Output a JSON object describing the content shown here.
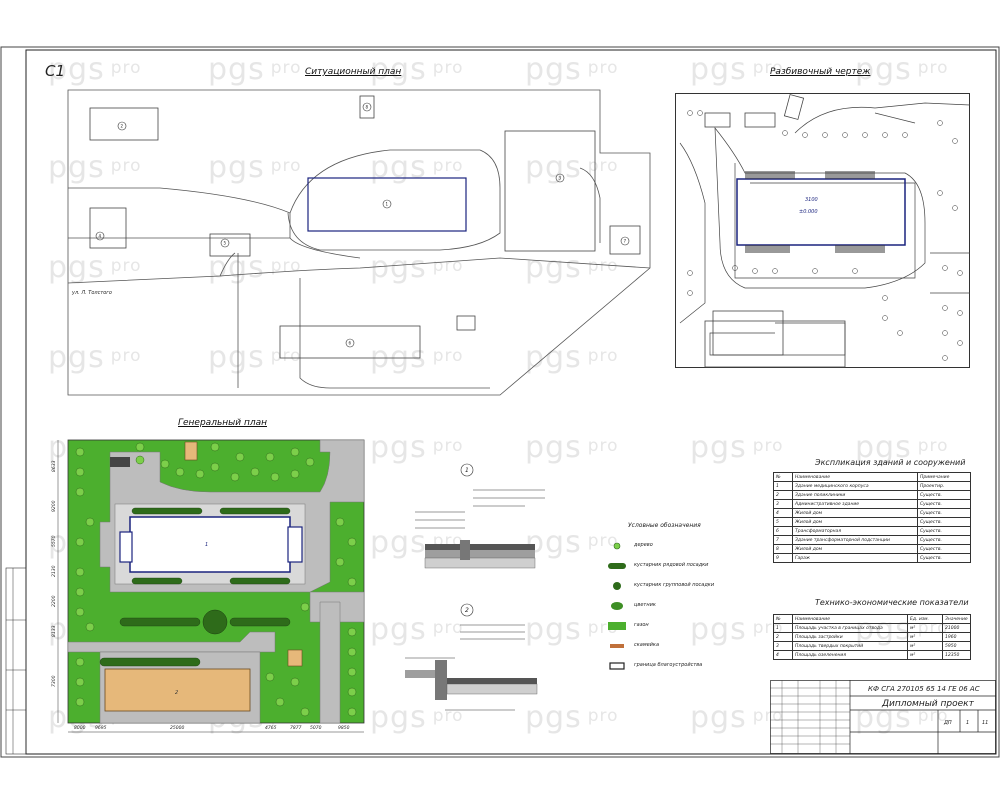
{
  "sheet": {
    "corner_label": "С1"
  },
  "watermark": {
    "brand": "pgs",
    "suffix": "pro"
  },
  "situation_plan": {
    "title": "Ситуационный план",
    "building_numbers": [
      "1",
      "2",
      "3",
      "4",
      "5",
      "6",
      "7",
      "8"
    ],
    "street_label": "ул. Л. Толстого"
  },
  "grading_plan": {
    "title": "Разбивочный чертеж",
    "elevation": "3100",
    "elevation_mark": "±0.000"
  },
  "general_plan": {
    "title": "Генеральный план",
    "bottom_dims": [
      "8000",
      "9695",
      "25000",
      "4765",
      "7877",
      "5070",
      "9850"
    ],
    "left_dims": [
      "8633",
      "9200",
      "5570",
      "2130",
      "2200",
      "8133",
      "7300"
    ],
    "building_number": "1",
    "existing_building_number": "2"
  },
  "details": {
    "node1": "1",
    "node2": "2"
  },
  "legend": {
    "title": "Условные обозначения",
    "items": [
      {
        "label": "дерево"
      },
      {
        "label": "кустарник рядовой посадки"
      },
      {
        "label": "кустарник групповой посадки"
      },
      {
        "label": "цветник"
      },
      {
        "label": "газон"
      },
      {
        "label": "скамейка"
      },
      {
        "label": "граница благоустройства"
      }
    ]
  },
  "explication": {
    "title": "Экспликация зданий и сооружений",
    "headers": [
      "№",
      "Наименование",
      "Примечание"
    ],
    "rows": [
      [
        "1",
        "Здание медицинского корпуса",
        "Проектир."
      ],
      [
        "2",
        "Здание поликлиники",
        "Существ."
      ],
      [
        "3",
        "Административное здание",
        "Существ."
      ],
      [
        "4",
        "Жилой дом",
        "Существ."
      ],
      [
        "5",
        "Жилой дом",
        "Существ."
      ],
      [
        "6",
        "Трансформаторная",
        "Существ."
      ],
      [
        "7",
        "Здание трансформаторной подстанции",
        "Существ."
      ],
      [
        "8",
        "Жилой дом",
        "Существ."
      ],
      [
        "9",
        "Гараж",
        "Существ."
      ]
    ]
  },
  "tep": {
    "title": "Технико-экономические показатели",
    "headers": [
      "№",
      "Наименование",
      "Ед. изм.",
      "Значение"
    ],
    "rows": [
      [
        "1",
        "Площадь участка в границах отвода",
        "м²",
        "21000"
      ],
      [
        "2",
        "Площадь застройки",
        "м²",
        "1960"
      ],
      [
        "3",
        "Площадь твердых покрытий",
        "м²",
        "5950"
      ],
      [
        "4",
        "Площадь озеленения",
        "м²",
        "12350"
      ]
    ]
  },
  "title_block": {
    "code": "КФ СГА 270105 65 14 ГЕ 06 АС",
    "project_type": "Дипломный проект",
    "sheet_number": "1",
    "sheet_total": "11",
    "stage": "ДП"
  }
}
